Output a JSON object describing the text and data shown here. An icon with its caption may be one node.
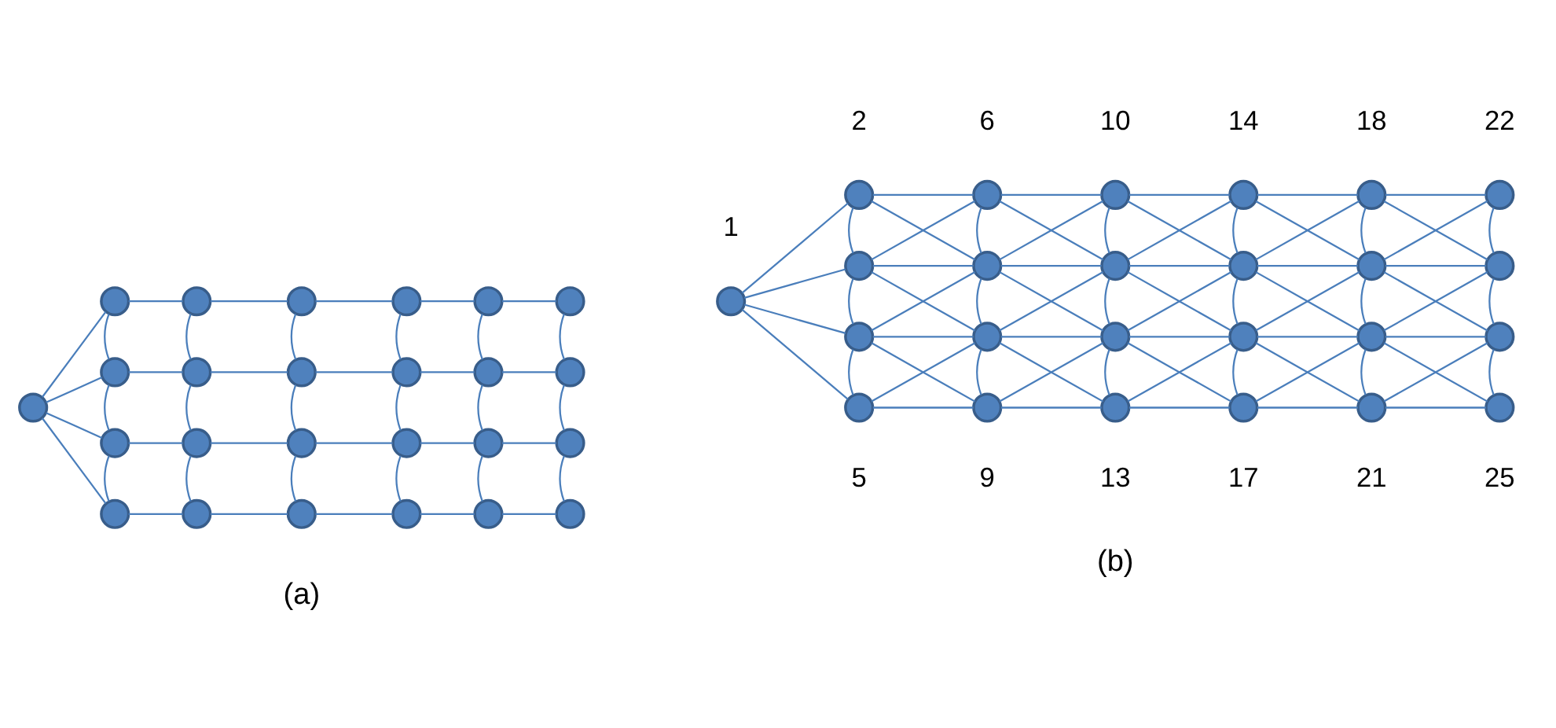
{
  "diagram": {
    "nodes": [
      {
        "text": [],
        "shape": "circle"
      },
      {
        "text": [],
        "shape": "circle"
      },
      {
        "text": [],
        "shape": "circle"
      },
      {
        "text": [],
        "shape": "circle"
      },
      {
        "text": [],
        "shape": "circle"
      },
      {
        "text": [],
        "shape": "circle"
      },
      {
        "text": [],
        "shape": "circle"
      },
      {
        "text": [],
        "shape": "circle"
      },
      {
        "text": [],
        "shape": "circle"
      },
      {
        "text": [],
        "shape": "circle"
      },
      {
        "text": [],
        "shape": "circle"
      },
      {
        "text": [],
        "shape": "circle"
      },
      {
        "text": [],
        "shape": "circle"
      },
      {
        "text": [],
        "shape": "circle"
      },
      {
        "text": [],
        "shape": "circle"
      },
      {
        "text": [],
        "shape": "circle"
      },
      {
        "text": [],
        "shape": "circle"
      },
      {
        "text": [],
        "shape": "circle"
      },
      {
        "text": [],
        "shape": "circle"
      },
      {
        "text": [],
        "shape": "circle"
      },
      {
        "text": [],
        "shape": "circle"
      },
      {
        "text": [],
        "shape": "circle"
      },
      {
        "text": [],
        "shape": "circle"
      },
      {
        "text": [],
        "shape": "circle"
      },
      {
        "text": [],
        "shape": "circle"
      },
      {
        "text": [],
        "shape": "circle",
        "beside": [
          "1"
        ]
      },
      {
        "text": [],
        "shape": "circle",
        "beside": [
          "2"
        ]
      },
      {
        "text": [],
        "shape": "circle"
      },
      {
        "text": [],
        "shape": "circle"
      },
      {
        "text": [],
        "shape": "circle",
        "beside": [
          "5"
        ]
      },
      {
        "text": [],
        "shape": "circle",
        "beside": [
          "6"
        ]
      },
      {
        "text": [],
        "shape": "circle"
      },
      {
        "text": [],
        "shape": "circle"
      },
      {
        "text": [],
        "shape": "circle",
        "beside": [
          "9"
        ]
      },
      {
        "text": [],
        "shape": "circle",
        "beside": [
          "10"
        ]
      },
      {
        "text": [],
        "shape": "circle"
      },
      {
        "text": [],
        "shape": "circle"
      },
      {
        "text": [],
        "shape": "circle",
        "beside": [
          "13"
        ]
      },
      {
        "text": [],
        "shape": "circle",
        "beside": [
          "14"
        ]
      },
      {
        "text": [],
        "shape": "circle"
      },
      {
        "text": [],
        "shape": "circle"
      },
      {
        "text": [],
        "shape": "circle",
        "beside": [
          "17"
        ]
      },
      {
        "text": [],
        "shape": "circle",
        "beside": [
          "18"
        ]
      },
      {
        "text": [],
        "shape": "circle"
      },
      {
        "text": [],
        "shape": "circle"
      },
      {
        "text": [],
        "shape": "circle",
        "beside": [
          "21"
        ]
      },
      {
        "text": [],
        "shape": "circle",
        "beside": [
          "22"
        ]
      },
      {
        "text": [],
        "shape": "circle"
      },
      {
        "text": [],
        "shape": "circle"
      },
      {
        "text": [],
        "shape": "circle",
        "beside": [
          "25"
        ]
      }
    ],
    "edges": [
      {
        "from": 0,
        "to": 1,
        "arrow": "none"
      },
      {
        "from": 0,
        "to": 2,
        "arrow": "none"
      },
      {
        "from": 0,
        "to": 3,
        "arrow": "none"
      },
      {
        "from": 0,
        "to": 4,
        "arrow": "none"
      },
      {
        "from": 1,
        "to": 5,
        "arrow": "none"
      },
      {
        "from": 2,
        "to": 6,
        "arrow": "none"
      },
      {
        "from": 3,
        "to": 7,
        "arrow": "none"
      },
      {
        "from": 4,
        "to": 8,
        "arrow": "none"
      },
      {
        "from": 5,
        "to": 9,
        "arrow": "none"
      },
      {
        "from": 6,
        "to": 10,
        "arrow": "none"
      },
      {
        "from": 7,
        "to": 11,
        "arrow": "none"
      },
      {
        "from": 8,
        "to": 12,
        "arrow": "none"
      },
      {
        "from": 9,
        "to": 13,
        "arrow": "none"
      },
      {
        "from": 10,
        "to": 14,
        "arrow": "none"
      },
      {
        "from": 11,
        "to": 15,
        "arrow": "none"
      },
      {
        "from": 12,
        "to": 16,
        "arrow": "none"
      },
      {
        "from": 13,
        "to": 17,
        "arrow": "none"
      },
      {
        "from": 14,
        "to": 18,
        "arrow": "none"
      },
      {
        "from": 15,
        "to": 19,
        "arrow": "none"
      },
      {
        "from": 16,
        "to": 20,
        "arrow": "none"
      },
      {
        "from": 17,
        "to": 21,
        "arrow": "none"
      },
      {
        "from": 18,
        "to": 22,
        "arrow": "none"
      },
      {
        "from": 19,
        "to": 23,
        "arrow": "none"
      },
      {
        "from": 20,
        "to": 24,
        "arrow": "none"
      },
      {
        "from": 1,
        "to": 2,
        "arrow": "none"
      },
      {
        "from": 2,
        "to": 3,
        "arrow": "none"
      },
      {
        "from": 3,
        "to": 4,
        "arrow": "none"
      },
      {
        "from": 5,
        "to": 6,
        "arrow": "none"
      },
      {
        "from": 6,
        "to": 7,
        "arrow": "none"
      },
      {
        "from": 7,
        "to": 8,
        "arrow": "none"
      },
      {
        "from": 9,
        "to": 10,
        "arrow": "none"
      },
      {
        "from": 10,
        "to": 11,
        "arrow": "none"
      },
      {
        "from": 11,
        "to": 12,
        "arrow": "none"
      },
      {
        "from": 13,
        "to": 14,
        "arrow": "none"
      },
      {
        "from": 14,
        "to": 15,
        "arrow": "none"
      },
      {
        "from": 15,
        "to": 16,
        "arrow": "none"
      },
      {
        "from": 17,
        "to": 18,
        "arrow": "none"
      },
      {
        "from": 18,
        "to": 19,
        "arrow": "none"
      },
      {
        "from": 19,
        "to": 20,
        "arrow": "none"
      },
      {
        "from": 21,
        "to": 22,
        "arrow": "none"
      },
      {
        "from": 22,
        "to": 23,
        "arrow": "none"
      },
      {
        "from": 23,
        "to": 24,
        "arrow": "none"
      },
      {
        "from": 25,
        "to": 26,
        "arrow": "none"
      },
      {
        "from": 25,
        "to": 27,
        "arrow": "none"
      },
      {
        "from": 25,
        "to": 28,
        "arrow": "none"
      },
      {
        "from": 25,
        "to": 29,
        "arrow": "none"
      },
      {
        "from": 26,
        "to": 30,
        "arrow": "none"
      },
      {
        "from": 27,
        "to": 31,
        "arrow": "none"
      },
      {
        "from": 28,
        "to": 32,
        "arrow": "none"
      },
      {
        "from": 29,
        "to": 33,
        "arrow": "none"
      },
      {
        "from": 30,
        "to": 34,
        "arrow": "none"
      },
      {
        "from": 31,
        "to": 35,
        "arrow": "none"
      },
      {
        "from": 32,
        "to": 36,
        "arrow": "none"
      },
      {
        "from": 33,
        "to": 37,
        "arrow": "none"
      },
      {
        "from": 34,
        "to": 38,
        "arrow": "none"
      },
      {
        "from": 35,
        "to": 39,
        "arrow": "none"
      },
      {
        "from": 36,
        "to": 40,
        "arrow": "none"
      },
      {
        "from": 37,
        "to": 41,
        "arrow": "none"
      },
      {
        "from": 38,
        "to": 42,
        "arrow": "none"
      },
      {
        "from": 39,
        "to": 43,
        "arrow": "none"
      },
      {
        "from": 40,
        "to": 44,
        "arrow": "none"
      },
      {
        "from": 41,
        "to": 45,
        "arrow": "none"
      },
      {
        "from": 42,
        "to": 46,
        "arrow": "none"
      },
      {
        "from": 43,
        "to": 47,
        "arrow": "none"
      },
      {
        "from": 44,
        "to": 48,
        "arrow": "none"
      },
      {
        "from": 45,
        "to": 49,
        "arrow": "none"
      },
      {
        "from": 26,
        "to": 27,
        "arrow": "none"
      },
      {
        "from": 27,
        "to": 28,
        "arrow": "none"
      },
      {
        "from": 28,
        "to": 29,
        "arrow": "none"
      },
      {
        "from": 30,
        "to": 31,
        "arrow": "none"
      },
      {
        "from": 31,
        "to": 32,
        "arrow": "none"
      },
      {
        "from": 32,
        "to": 33,
        "arrow": "none"
      },
      {
        "from": 34,
        "to": 35,
        "arrow": "none"
      },
      {
        "from": 35,
        "to": 36,
        "arrow": "none"
      },
      {
        "from": 36,
        "to": 37,
        "arrow": "none"
      },
      {
        "from": 38,
        "to": 39,
        "arrow": "none"
      },
      {
        "from": 39,
        "to": 40,
        "arrow": "none"
      },
      {
        "from": 40,
        "to": 41,
        "arrow": "none"
      },
      {
        "from": 42,
        "to": 43,
        "arrow": "none"
      },
      {
        "from": 43,
        "to": 44,
        "arrow": "none"
      },
      {
        "from": 44,
        "to": 45,
        "arrow": "none"
      },
      {
        "from": 46,
        "to": 47,
        "arrow": "none"
      },
      {
        "from": 47,
        "to": 48,
        "arrow": "none"
      },
      {
        "from": 48,
        "to": 49,
        "arrow": "none"
      },
      {
        "from": 26,
        "to": 31,
        "arrow": "none"
      },
      {
        "from": 27,
        "to": 30,
        "arrow": "none"
      },
      {
        "from": 27,
        "to": 32,
        "arrow": "none"
      },
      {
        "from": 28,
        "to": 31,
        "arrow": "none"
      },
      {
        "from": 28,
        "to": 33,
        "arrow": "none"
      },
      {
        "from": 29,
        "to": 32,
        "arrow": "none"
      },
      {
        "from": 30,
        "to": 35,
        "arrow": "none"
      },
      {
        "from": 31,
        "to": 34,
        "arrow": "none"
      },
      {
        "from": 31,
        "to": 36,
        "arrow": "none"
      },
      {
        "from": 32,
        "to": 35,
        "arrow": "none"
      },
      {
        "from": 32,
        "to": 37,
        "arrow": "none"
      },
      {
        "from": 33,
        "to": 36,
        "arrow": "none"
      },
      {
        "from": 34,
        "to": 39,
        "arrow": "none"
      },
      {
        "from": 35,
        "to": 38,
        "arrow": "none"
      },
      {
        "from": 35,
        "to": 40,
        "arrow": "none"
      },
      {
        "from": 36,
        "to": 39,
        "arrow": "none"
      },
      {
        "from": 36,
        "to": 41,
        "arrow": "none"
      },
      {
        "from": 37,
        "to": 40,
        "arrow": "none"
      },
      {
        "from": 38,
        "to": 43,
        "arrow": "none"
      },
      {
        "from": 39,
        "to": 42,
        "arrow": "none"
      },
      {
        "from": 39,
        "to": 44,
        "arrow": "none"
      },
      {
        "from": 40,
        "to": 43,
        "arrow": "none"
      },
      {
        "from": 40,
        "to": 45,
        "arrow": "none"
      },
      {
        "from": 41,
        "to": 44,
        "arrow": "none"
      },
      {
        "from": 42,
        "to": 47,
        "arrow": "none"
      },
      {
        "from": 43,
        "to": 46,
        "arrow": "none"
      },
      {
        "from": 43,
        "to": 48,
        "arrow": "none"
      },
      {
        "from": 44,
        "to": 47,
        "arrow": "none"
      },
      {
        "from": 44,
        "to": 49,
        "arrow": "none"
      },
      {
        "from": 45,
        "to": 48,
        "arrow": "none"
      }
    ],
    "labels": [
      "(a)",
      "(b)"
    ]
  }
}
